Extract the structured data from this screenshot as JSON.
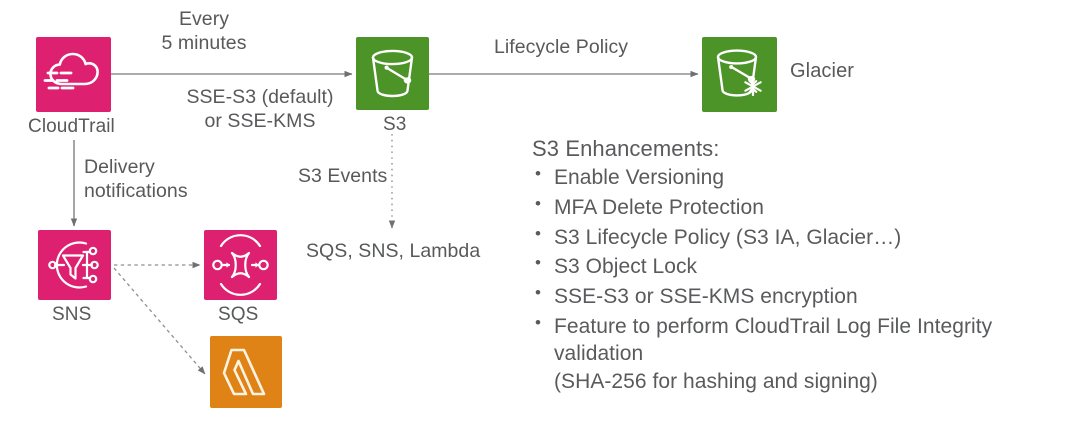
{
  "diagram": {
    "nodes": [
      {
        "id": "cloudtrail",
        "label": "CloudTrail",
        "icon": "cloudtrail-icon",
        "color": "#DE2071"
      },
      {
        "id": "s3",
        "label": "S3",
        "icon": "s3-bucket-icon",
        "color": "#4C9328"
      },
      {
        "id": "glacier",
        "label": "Glacier",
        "icon": "glacier-bucket-icon",
        "color": "#4C9328"
      },
      {
        "id": "sns",
        "label": "SNS",
        "icon": "sns-icon",
        "color": "#DE2071"
      },
      {
        "id": "sqs",
        "label": "SQS",
        "icon": "sqs-icon",
        "color": "#DE2071"
      },
      {
        "id": "lambda",
        "label": "",
        "icon": "lambda-icon",
        "color": "#E08316"
      }
    ],
    "edges": [
      {
        "id": "ct-to-s3",
        "label_line1": "Every",
        "label_line2": "5 minutes",
        "style": "solid"
      },
      {
        "id": "ct-to-s3-encryption",
        "label_line1": "SSE-S3 (default)",
        "label_line2": "or SSE-KMS",
        "style": "solid"
      },
      {
        "id": "s3-to-glacier",
        "label_line1": "Lifecycle Policy",
        "style": "solid"
      },
      {
        "id": "ct-to-sns",
        "label_line1": "Delivery",
        "label_line2": "notifications",
        "style": "solid"
      },
      {
        "id": "s3-events",
        "label_line1": "S3 Events",
        "style": "dotted"
      },
      {
        "id": "sns-to-sqs",
        "label_line1": "",
        "style": "dashed"
      },
      {
        "id": "sns-to-lambda",
        "label_line1": "",
        "style": "dashed"
      }
    ],
    "event_targets": "SQS, SNS, Lambda"
  },
  "panel": {
    "title": "S3 Enhancements:",
    "bullets": [
      {
        "text": "Enable Versioning"
      },
      {
        "text": "MFA Delete Protection"
      },
      {
        "text": "S3 Lifecycle Policy (S3 IA, Glacier…)"
      },
      {
        "text": "S3 Object Lock"
      },
      {
        "text": "SSE-S3 or SSE-KMS encryption"
      },
      {
        "text": "Feature to perform CloudTrail Log File Integrity validation",
        "sub": "(SHA-256 for hashing and signing)"
      }
    ]
  },
  "colors": {
    "aws_pink": "#DE2071",
    "aws_green": "#4C9328",
    "aws_orange": "#E08316",
    "text": "#58595b",
    "wire": "#8e8f91"
  }
}
